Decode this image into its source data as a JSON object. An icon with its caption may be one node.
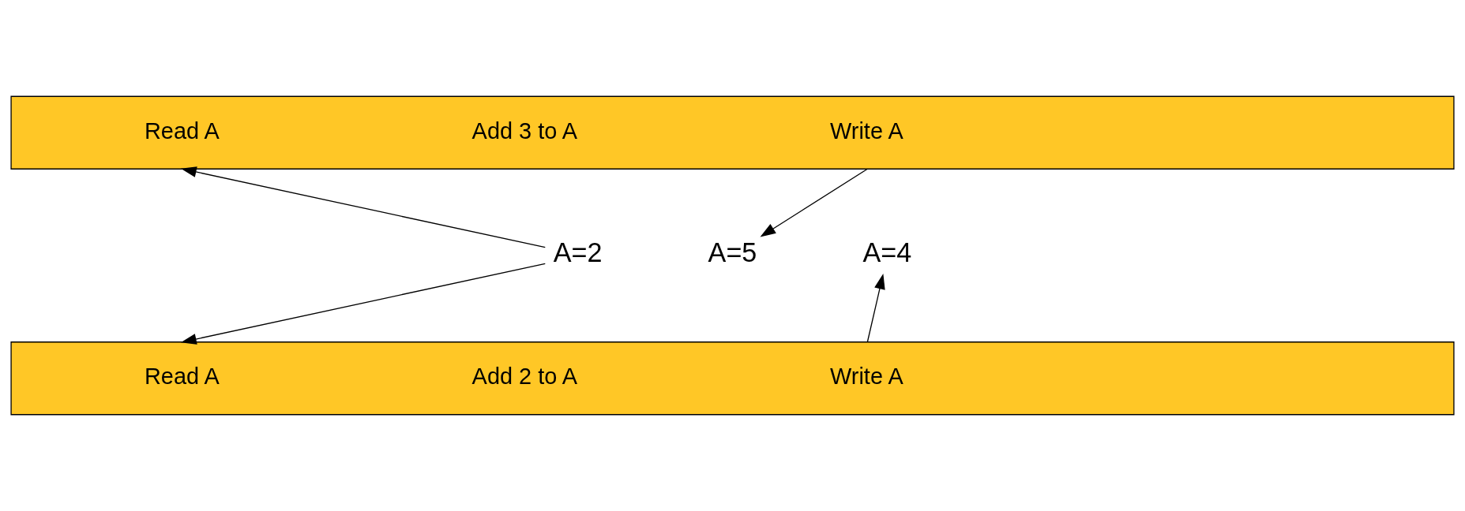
{
  "diagram": {
    "nodes": [
      {
        "text": [
          "Read A",
          "Add 3 to A",
          "Write A"
        ]
      },
      {
        "text": [
          "Read A",
          "Add 2 to A",
          "Write A"
        ]
      },
      {
        "text": [
          "A=2"
        ]
      },
      {
        "text": [
          "A=5"
        ]
      },
      {
        "text": [
          "A=4"
        ]
      }
    ],
    "edges": [
      {
        "from": 2,
        "to": 0,
        "arrow": "to"
      },
      {
        "from": 2,
        "to": 1,
        "arrow": "to"
      },
      {
        "from": 0,
        "to": 3,
        "arrow": "to"
      },
      {
        "from": 1,
        "to": 4,
        "arrow": "to"
      }
    ]
  }
}
